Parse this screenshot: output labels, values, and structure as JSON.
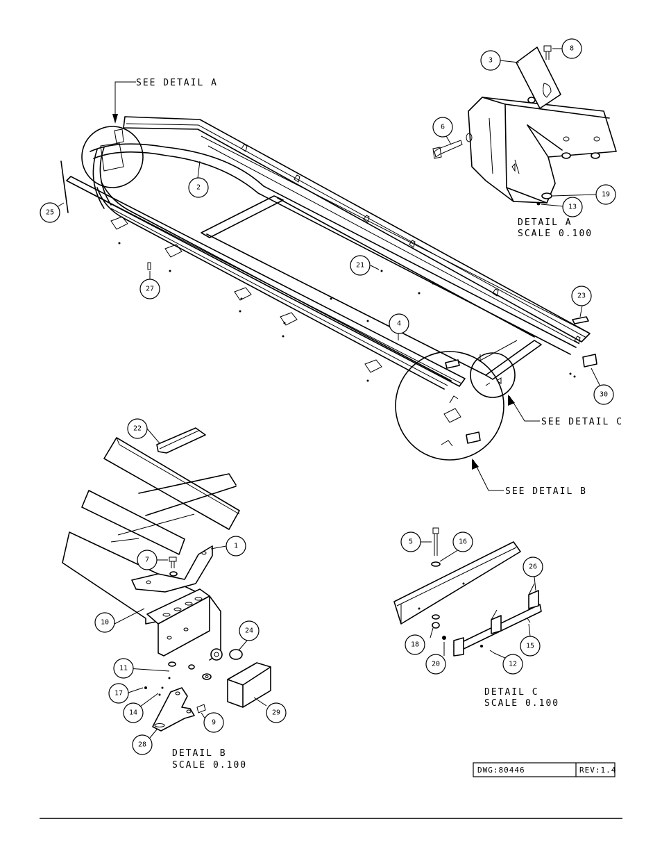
{
  "callouts": [
    {
      "id": "1"
    },
    {
      "id": "2"
    },
    {
      "id": "3"
    },
    {
      "id": "4"
    },
    {
      "id": "5"
    },
    {
      "id": "6"
    },
    {
      "id": "7"
    },
    {
      "id": "8"
    },
    {
      "id": "9"
    },
    {
      "id": "10"
    },
    {
      "id": "11"
    },
    {
      "id": "12"
    },
    {
      "id": "13"
    },
    {
      "id": "14"
    },
    {
      "id": "15"
    },
    {
      "id": "16"
    },
    {
      "id": "17"
    },
    {
      "id": "18"
    },
    {
      "id": "19"
    },
    {
      "id": "20"
    },
    {
      "id": "21"
    },
    {
      "id": "22"
    },
    {
      "id": "23"
    },
    {
      "id": "24"
    },
    {
      "id": "25"
    },
    {
      "id": "26"
    },
    {
      "id": "27"
    },
    {
      "id": "28"
    },
    {
      "id": "29"
    },
    {
      "id": "30"
    }
  ],
  "details": {
    "a": {
      "see": "SEE DETAIL  A",
      "title": "DETAIL  A",
      "scale": "SCALE  0.100"
    },
    "b": {
      "see": "SEE DETAIL  B",
      "title": "DETAIL  B",
      "scale": "SCALE  0.100"
    },
    "c": {
      "see": "SEE DETAIL  C",
      "title": "DETAIL  C",
      "scale": "SCALE  0.100"
    }
  },
  "title_block": {
    "dwg": "DWG:80446",
    "rev": "REV:1.4"
  }
}
